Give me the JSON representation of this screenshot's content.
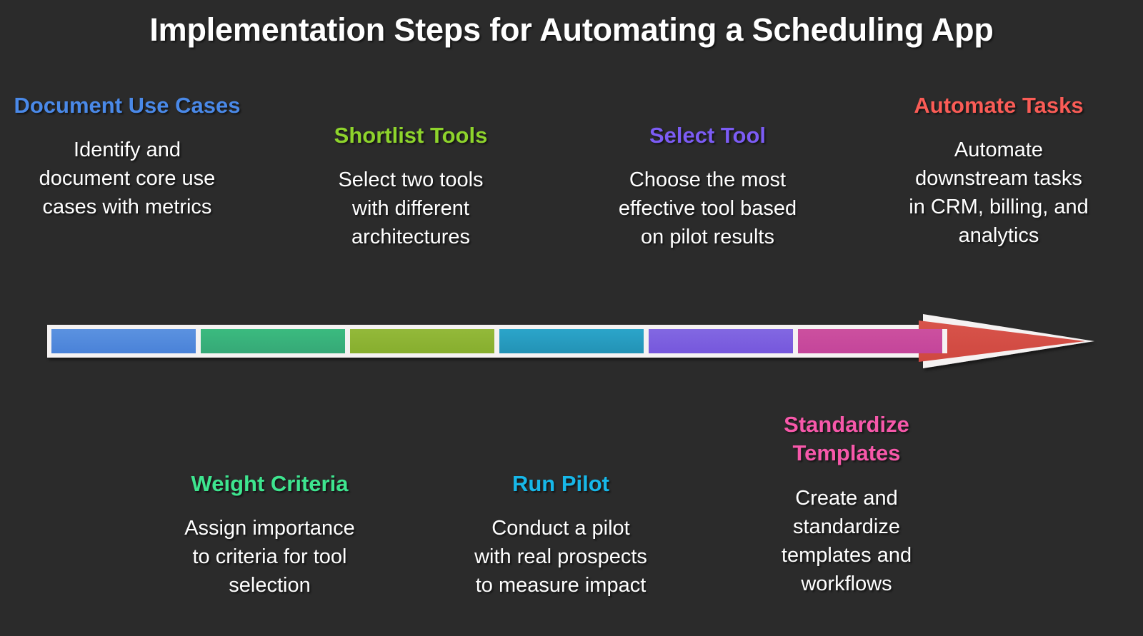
{
  "title": "Implementation Steps for Automating a Scheduling App",
  "background_color": "#2b2b2b",
  "arrow": {
    "outline_color": "#f5f2f2",
    "direction": "right",
    "segment_count": 7
  },
  "steps": [
    {
      "index": 1,
      "position": "top",
      "title": "Document Use Cases",
      "description": "Identify and\ndocument core use\ncases with metrics",
      "color": "#4a89e8",
      "segment_color_start": "#5b92e0",
      "segment_color_end": "#4a82d8"
    },
    {
      "index": 2,
      "position": "bottom",
      "title": "Weight Criteria",
      "description": "Assign importance\nto criteria for tool\nselection",
      "color": "#3ee58f",
      "segment_color_start": "#3bbb7f",
      "segment_color_end": "#36a877"
    },
    {
      "index": 3,
      "position": "top",
      "title": "Shortlist Tools",
      "description": "Select two tools\nwith different\narchitectures",
      "color": "#8ed42c",
      "segment_color_start": "#93b93a",
      "segment_color_end": "#87ae2e"
    },
    {
      "index": 4,
      "position": "bottom",
      "title": "Run Pilot",
      "description": "Conduct a pilot\nwith real prospects\nto measure impact",
      "color": "#17b7e8",
      "segment_color_start": "#2ba5ca",
      "segment_color_end": "#2392b5"
    },
    {
      "index": 5,
      "position": "top",
      "title": "Select Tool",
      "description": "Choose the most\neffective tool based\non pilot results",
      "color": "#7c5cf5",
      "segment_color_start": "#8268e2",
      "segment_color_end": "#7657dc"
    },
    {
      "index": 6,
      "position": "bottom",
      "title": "Standardize Templates",
      "description": "Create and\nstandardize\ntemplates and\nworkflows",
      "color": "#f758aa",
      "segment_color_start": "#cc509f",
      "segment_color_end": "#c4459a"
    },
    {
      "index": 7,
      "position": "top",
      "title": "Automate Tasks",
      "description": "Automate\ndownstream tasks\nin CRM, billing, and\nanalytics",
      "color": "#fa5c56",
      "segment_color_start": "#d8544b",
      "segment_color_end": "#cf4840"
    }
  ]
}
